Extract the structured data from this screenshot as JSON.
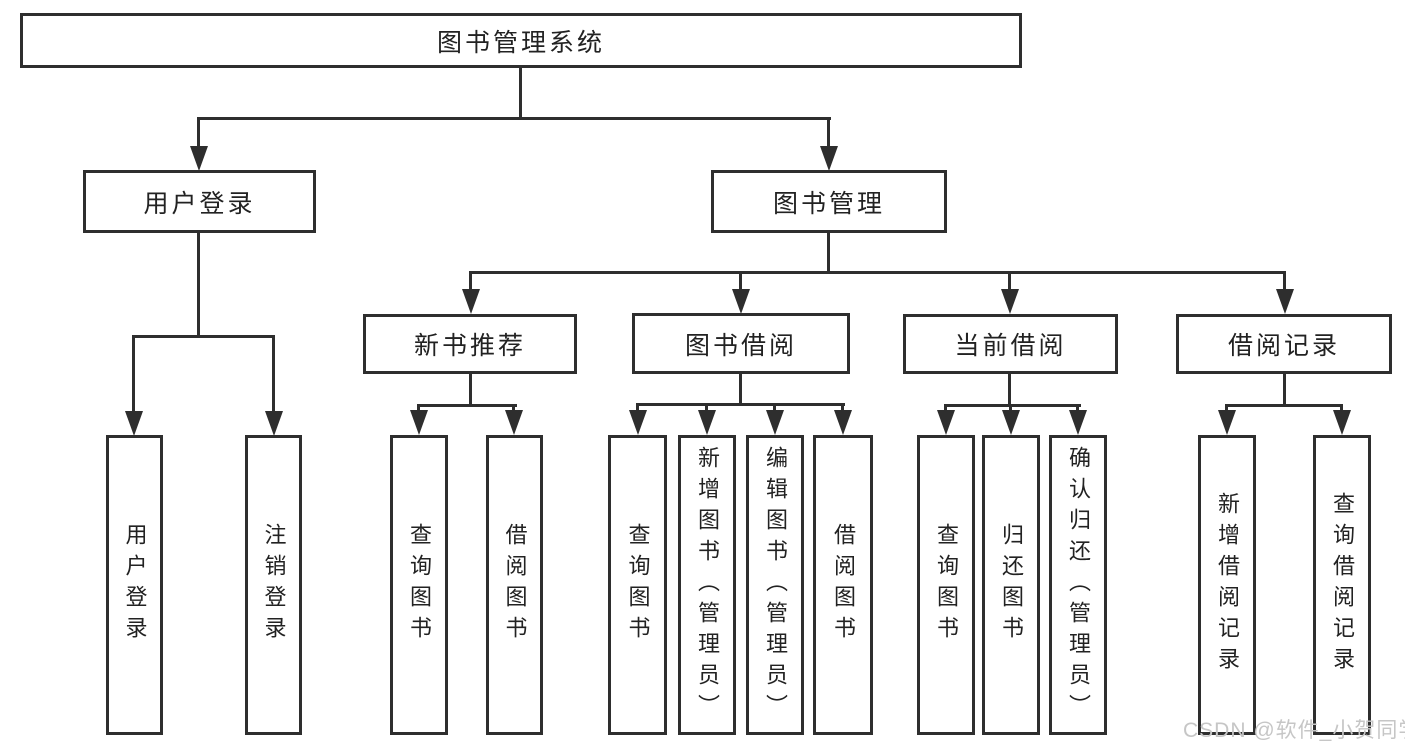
{
  "root": {
    "label": "图书管理系统"
  },
  "level2": {
    "user_login": {
      "label": "用户登录"
    },
    "book_management": {
      "label": "图书管理"
    }
  },
  "level3": {
    "new_book_recommend": {
      "label": "新书推荐"
    },
    "book_borrow": {
      "label": "图书借阅"
    },
    "current_borrow": {
      "label": "当前借阅"
    },
    "borrow_records": {
      "label": "借阅记录"
    }
  },
  "leaves": {
    "user_login": [
      "用户登录",
      "注销登录"
    ],
    "new_book_recommend": [
      "查询图书",
      "借阅图书"
    ],
    "book_borrow": [
      "查询图书",
      "新增图书（管理员）",
      "编辑图书（管理员）",
      "借阅图书"
    ],
    "current_borrow": [
      "查询图书",
      "归还图书",
      "确认归还（管理员）"
    ],
    "borrow_records": [
      "新增借阅记录",
      "查询借阅记录"
    ]
  },
  "watermark": "CSDN @软件_小贺同学",
  "colors": {
    "line": "#2e2e2e",
    "text": "#222222",
    "background": "#ffffff",
    "watermark": "#c6c6c6"
  }
}
